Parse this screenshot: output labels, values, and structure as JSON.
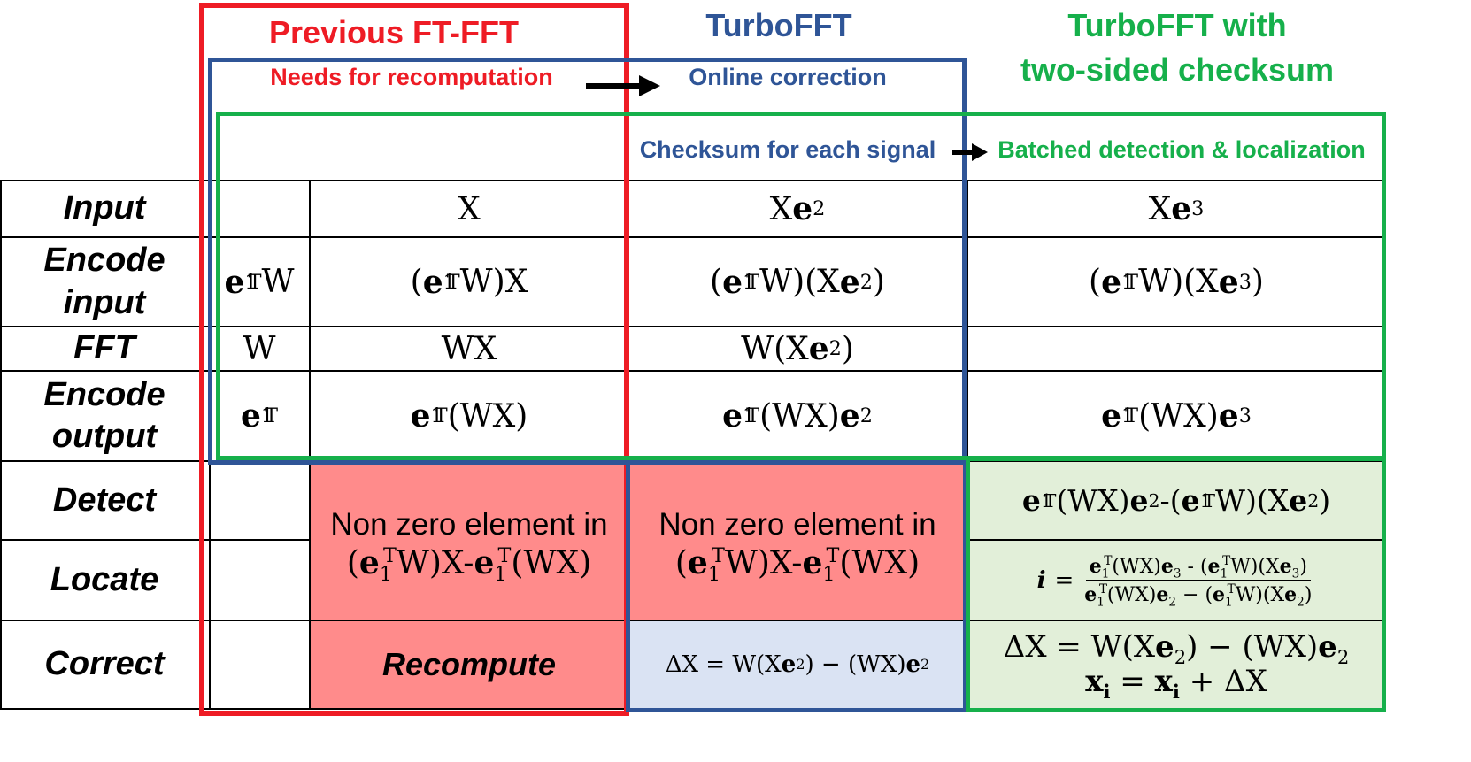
{
  "headers": {
    "previous": "Previous FT-FFT",
    "turbofft": "TurboFFT",
    "turbofft_two_sided_line1": "TurboFFT with",
    "turbofft_two_sided_line2": "two-sided checksum"
  },
  "subheaders": {
    "needs_recomputation": "Needs for recomputation",
    "online_correction": "Online correction",
    "checksum_each_signal": "Checksum for each signal",
    "batched_detection": "Batched detection & localization"
  },
  "rows": {
    "input": "Input",
    "encode_input_1": "Encode",
    "encode_input_2": "input",
    "fft": "FFT",
    "encode_output_1": "Encode",
    "encode_output_2": "output",
    "detect": "Detect",
    "locate": "Locate",
    "correct": "Correct"
  },
  "cells": {
    "non_zero": "Non zero element in",
    "recompute": "Recompute"
  },
  "colors": {
    "red": "#ee1c25",
    "blue": "#2f5597",
    "green": "#16b04b",
    "red_fill": "#ff8b8b",
    "blue_fill": "#dae3f3",
    "green_fill": "#e2efd9"
  }
}
